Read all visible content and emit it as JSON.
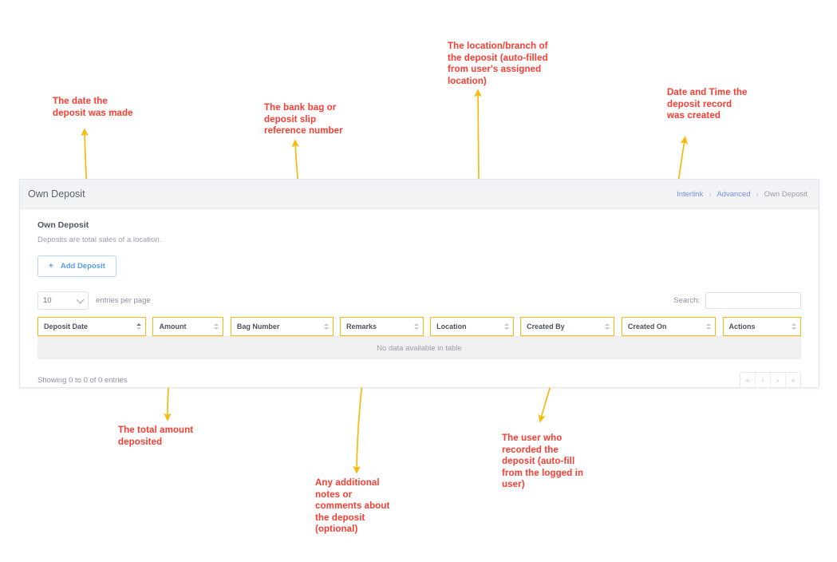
{
  "window": {
    "title": "Own Deposit",
    "breadcrumb": [
      {
        "label": "Interlink",
        "type": "link"
      },
      {
        "label": "Advanced",
        "type": "link"
      },
      {
        "label": "Own Deposit",
        "type": "current"
      }
    ],
    "breadcrumb_separator": "›"
  },
  "panel": {
    "heading": "Own Deposit",
    "subheading": "Deposits are total sales of a location.",
    "add_button": {
      "plus": "+",
      "label": "Add Deposit"
    }
  },
  "controls": {
    "page_length_value": "10",
    "page_length_suffix": "entries per page",
    "search_label": "Search:",
    "search_value": "",
    "search_placeholder": ""
  },
  "table": {
    "columns": [
      {
        "label": "Deposit Date",
        "sorted": true
      },
      {
        "label": "Amount",
        "sorted": false
      },
      {
        "label": "Bag Number",
        "sorted": false
      },
      {
        "label": "Remarks",
        "sorted": false
      },
      {
        "label": "Location",
        "sorted": false
      },
      {
        "label": "Created By",
        "sorted": false
      },
      {
        "label": "Created On",
        "sorted": false
      },
      {
        "label": "Actions",
        "sorted": false
      }
    ],
    "rows": [],
    "empty_message": "No data available in table"
  },
  "footer": {
    "info": "Showing 0 to 0 of 0 entries",
    "pagination": [
      {
        "glyph": "«",
        "name": "first"
      },
      {
        "glyph": "‹",
        "name": "previous"
      },
      {
        "glyph": "›",
        "name": "next"
      },
      {
        "glyph": "»",
        "name": "last"
      }
    ]
  },
  "annotations": [
    {
      "id": "deposit-date",
      "text": "The date the\ndeposit was made"
    },
    {
      "id": "bag-number",
      "text": "The bank bag or\ndeposit slip\nreference number"
    },
    {
      "id": "location",
      "text": "The location/branch of\nthe deposit (auto-filled\nfrom user's assigned\nlocation)"
    },
    {
      "id": "created-on",
      "text": "Date and Time the\ndeposit record\nwas created"
    },
    {
      "id": "amount",
      "text": "The total amount\ndeposited"
    },
    {
      "id": "remarks",
      "text": "Any additional\nnotes or\ncomments about\nthe deposit\n(optional)"
    },
    {
      "id": "created-by",
      "text": "The user who\nrecorded the\ndeposit (auto-fill\nfrom the logged in\nuser)"
    }
  ],
  "colors": {
    "annotation_text": "#FF3B30",
    "arrow": "#F6B90D",
    "highlight_border": "#F6B90D",
    "accent_link": "#5b9bec",
    "breadcrumb_link": "#7b8cf0"
  }
}
